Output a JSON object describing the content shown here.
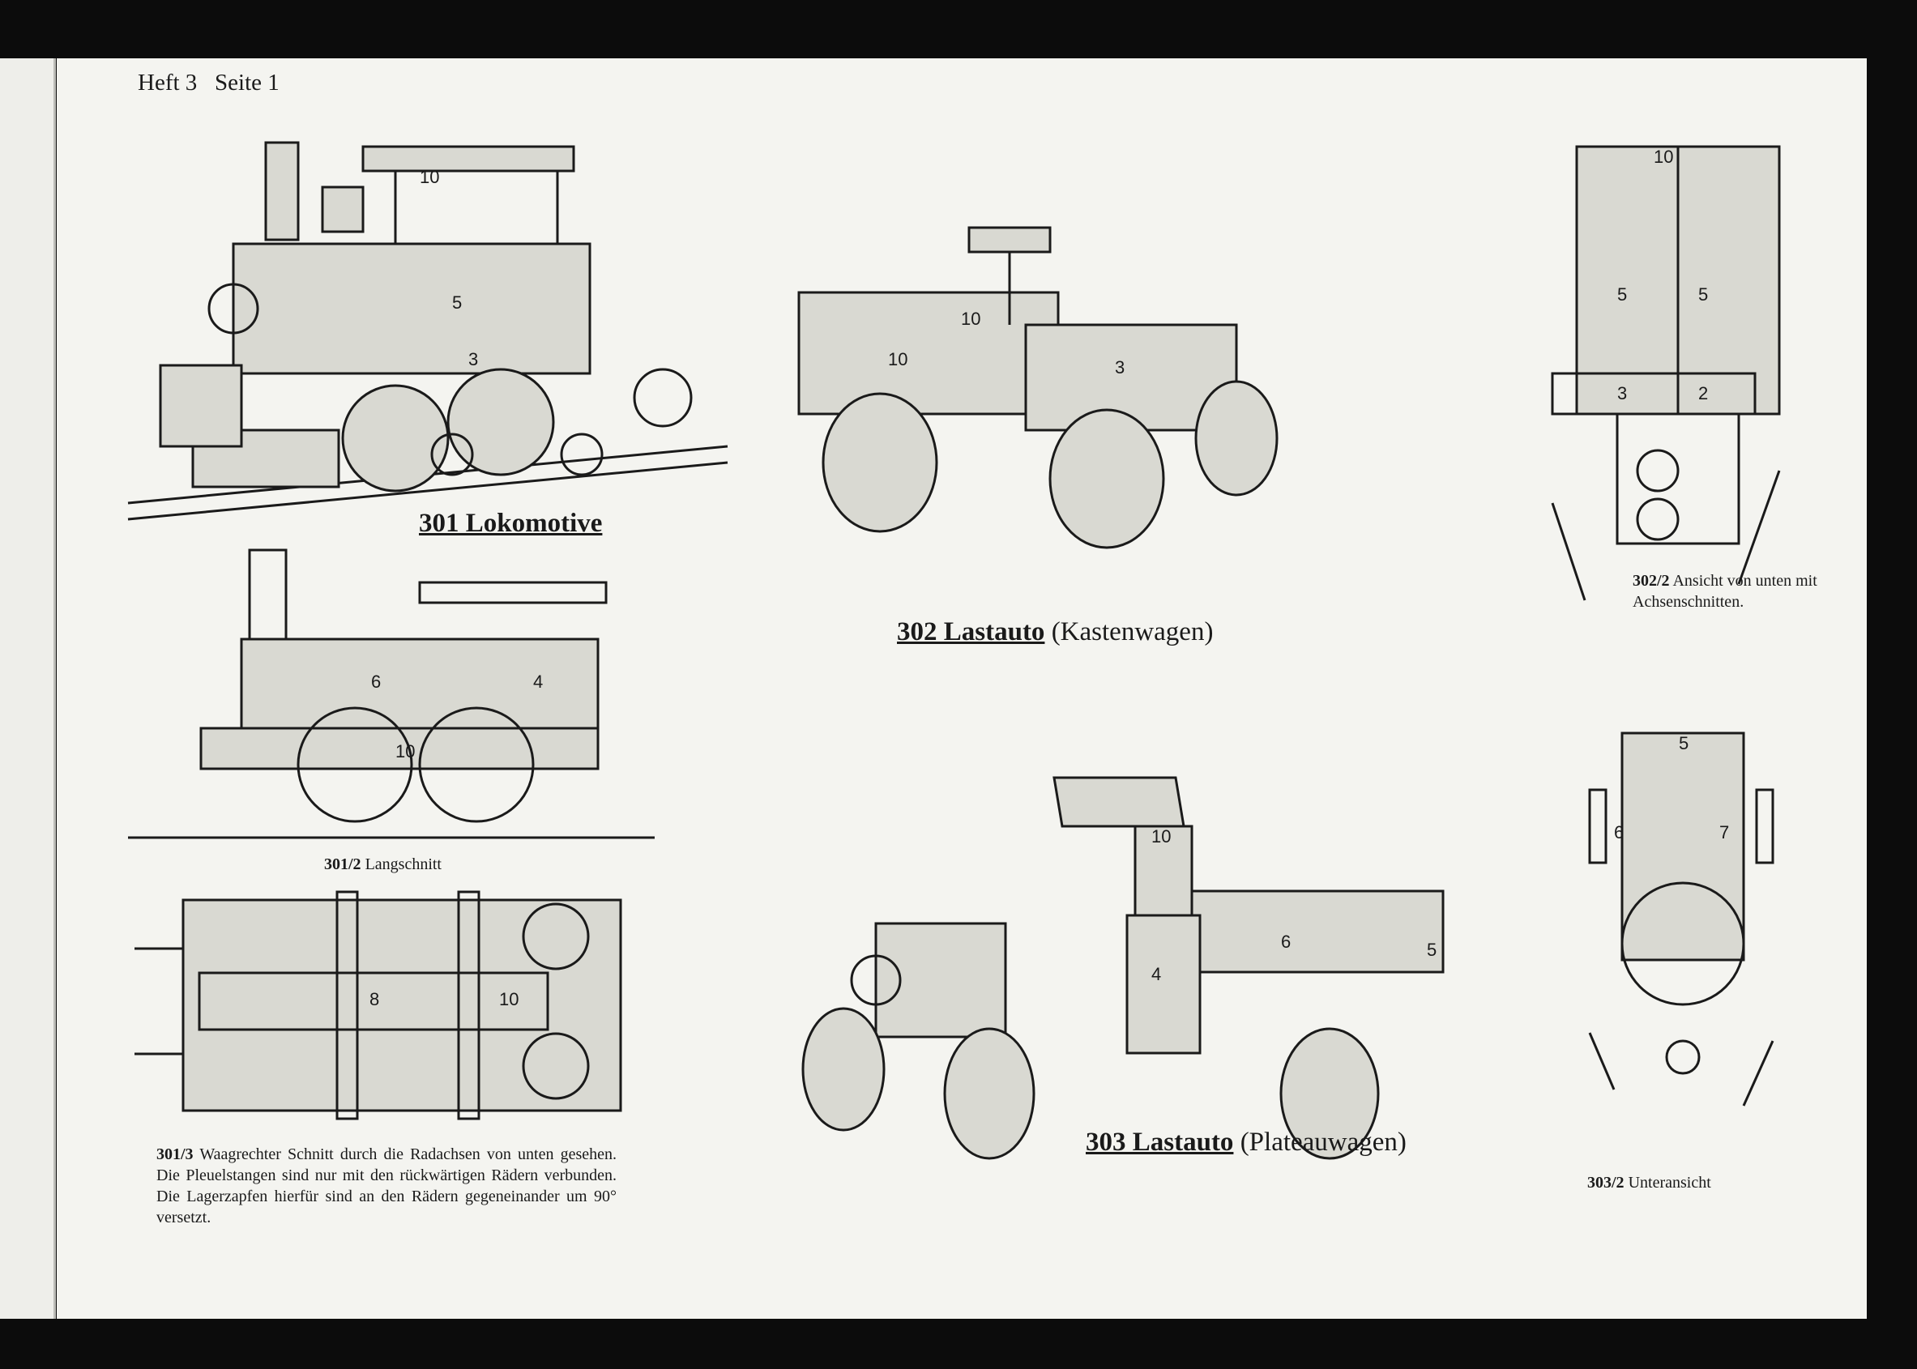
{
  "header": {
    "booklet": "Heft 3",
    "page": "Seite 1"
  },
  "figures": [
    {
      "id": "301",
      "title": "301 Lokomotive",
      "subtitle": ""
    },
    {
      "id": "301/2",
      "number": "301/2",
      "caption": "Langschnitt"
    },
    {
      "id": "301/3",
      "number": "301/3",
      "caption": "Waagrechter Schnitt durch die Radachsen von unten gesehen. Die Pleuelstangen sind nur mit den rückwärtigen Rädern verbunden. Die Lagerzapfen hierfür sind an den Rädern gegeneinander um 90° versetzt."
    },
    {
      "id": "302",
      "title": "302 Lastauto",
      "subtitle": "(Kastenwagen)"
    },
    {
      "id": "302/2",
      "number": "302/2",
      "caption": "Ansicht von unten mit Achsenschnitten."
    },
    {
      "id": "303",
      "title": "303 Lastauto",
      "subtitle": "(Plateauwagen)"
    },
    {
      "id": "303/2",
      "number": "303/2",
      "caption": "Unteransicht"
    }
  ]
}
